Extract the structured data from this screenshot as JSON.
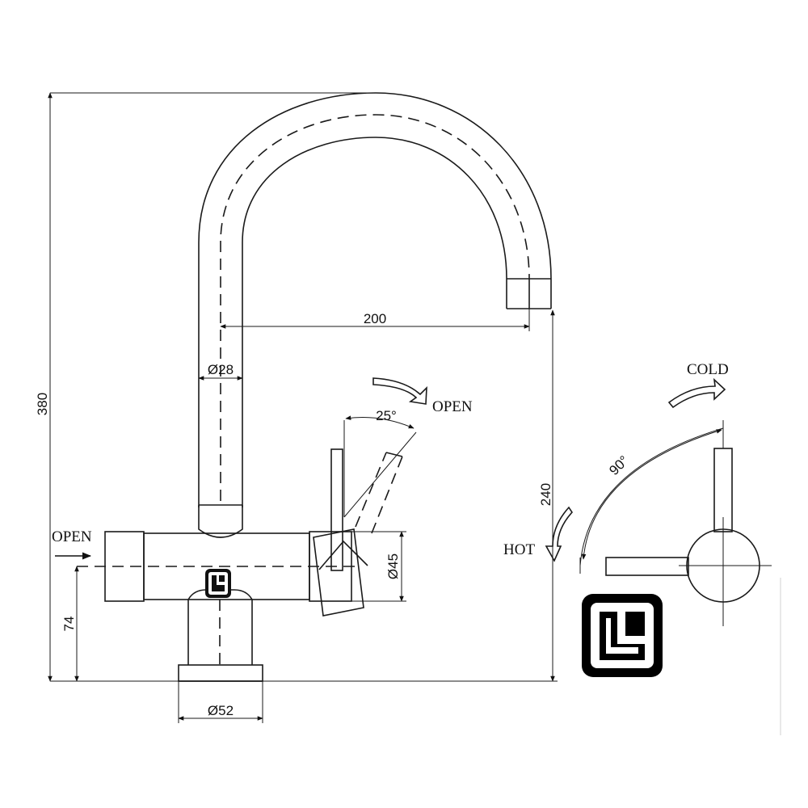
{
  "dimensions": {
    "total_height": "380",
    "reach": "200",
    "spout_diameter": "Ø28",
    "body_diameter": "Ø45",
    "base_height": "74",
    "base_diameter": "Ø52",
    "spout_height": "240",
    "lever_angle": "25°",
    "rotation_angle": "90°"
  },
  "labels": {
    "open_top": "OPEN",
    "open_left": "OPEN",
    "cold": "COLD",
    "hot": "HOT"
  },
  "logo": {
    "icon": "brand-logo-icon",
    "color": "#000000"
  }
}
